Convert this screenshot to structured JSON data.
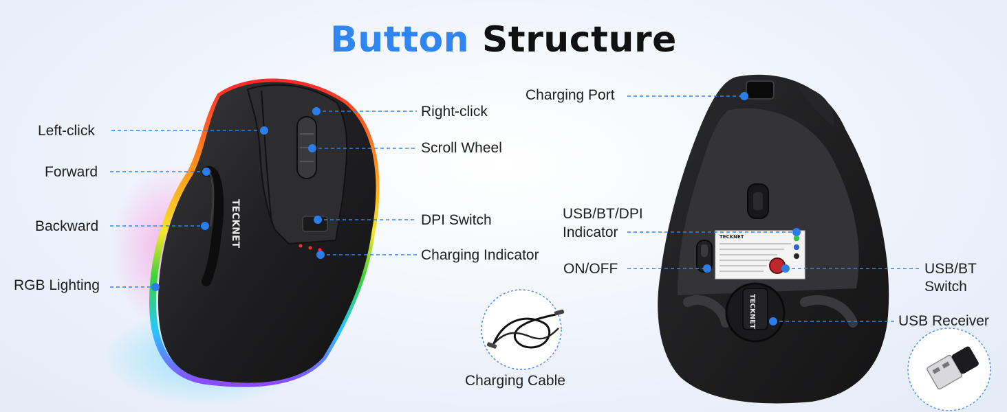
{
  "title": {
    "highlight": "Button",
    "rest": "Structure"
  },
  "colors": {
    "accent": "#2f86f0",
    "dot": "#2b7de9",
    "mouse": "#1c1c1e"
  },
  "left_labels": {
    "left_click": "Left-click",
    "forward": "Forward",
    "backward": "Backward",
    "rgb_lighting": "RGB Lighting",
    "right_click": "Right-click",
    "scroll_wheel": "Scroll Wheel",
    "dpi_switch": "DPI Switch",
    "charging_indicator": "Charging Indicator"
  },
  "right_labels": {
    "charging_port": "Charging Port",
    "usb_bt_dpi_line1": "USB/BT/DPI",
    "usb_bt_dpi_line2": "Indicator",
    "on_off": "ON/OFF",
    "usb_bt_switch_line1": "USB/BT",
    "usb_bt_switch_line2": "Switch",
    "usb_receiver": "USB Receiver"
  },
  "brand": "TECKNET",
  "cable_caption": "Charging Cable"
}
